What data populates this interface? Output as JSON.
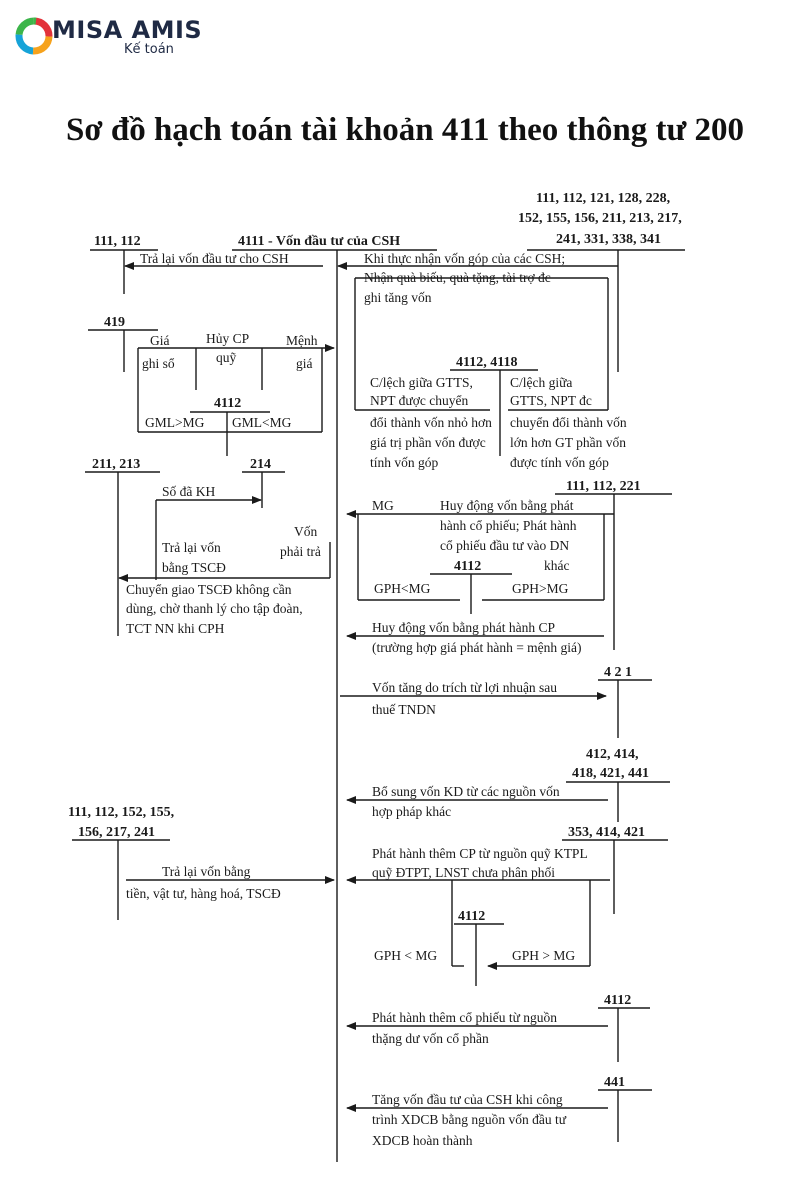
{
  "logo": {
    "brand": "MISA AMIS",
    "sub": "Kế toán"
  },
  "title": "Sơ đồ hạch toán tài khoản 411 theo thông tư 200",
  "accounts": {
    "acc_111_112_top": "111, 112",
    "acc_4111": "4111 - Vốn đầu tư của CSH",
    "acc_right_top_1": "111, 112, 121, 128, 228,",
    "acc_right_top_2": "152, 155, 156, 211, 213, 217,",
    "acc_right_top_3": "241, 331, 338, 341",
    "acc_419": "419",
    "acc_4112_left": "4112",
    "acc_4112_4118": "4112, 4118",
    "acc_211_213": "211, 213",
    "acc_214": "214",
    "acc_111_112_221": "111, 112, 221",
    "acc_4112_mid": "4112",
    "acc_421": "4 2 1",
    "acc_412_1": "412, 414,",
    "acc_412_2": "418, 421, 441",
    "acc_111_left_1": "111, 112, 152, 155,",
    "acc_111_left_2": "156, 217, 241",
    "acc_353": "353, 414, 421",
    "acc_4112_low": "4112",
    "acc_4112_r": "4112",
    "acc_441": "441"
  },
  "labels": {
    "tra_lai_von": "Trả lại vốn đầu tư cho CSH",
    "khi_thuc_1": "Khi thực nhận vốn góp của các CSH;",
    "khi_thuc_2": "Nhận quà biếu, quà tặng, tài trợ đc",
    "khi_thuc_3": "ghi tăng vốn",
    "gia": "Giá",
    "ghi_so": "ghi sổ",
    "huy_cp": "Hủy CP",
    "quy": "quỹ",
    "menh": "Mệnh",
    "menh_gia": "giá",
    "gml_gt": "GML>MG",
    "gml_lt": "GML<MG",
    "cl_left_1": "C/lệch giữa GTTS,",
    "cl_left_2": "NPT được chuyển",
    "cl_left_3": "đổi thành vốn nhỏ hơn",
    "cl_left_4": "giá trị phần vốn được",
    "cl_left_5": "tính vốn góp",
    "cl_right_1": "C/lệch giữa",
    "cl_right_2": "GTTS, NPT đc",
    "cl_right_3": "chuyển đổi thành vốn",
    "cl_right_4": "lớn hơn GT phần vốn",
    "cl_right_5": "được tính vốn góp",
    "so_da_kh": "Số đã KH",
    "von_1": "Vốn",
    "von_2": "phải trả",
    "tra_lai_tscd_1": "Trả lại vốn",
    "tra_lai_tscd_2": "bằng TSCĐ",
    "chuyen_giao_1": "Chuyển giao TSCĐ không cần",
    "chuyen_giao_2": "dùng, chờ thanh lý cho tập đoàn,",
    "chuyen_giao_3": "TCT NN khi CPH",
    "mg": "MG",
    "huy_dong_1": "Huy động vốn bằng phát",
    "huy_dong_2": "hành cổ phiếu; Phát hành",
    "huy_dong_3": "cổ phiếu đầu tư vào DN",
    "huy_dong_4": "khác",
    "gph_lt": "GPH<MG",
    "gph_gt": "GPH>MG",
    "huy_dong_cp_1": "Huy động vốn bằng phát hành CP",
    "huy_dong_cp_2": "(trường hợp giá phát hành = mệnh giá)",
    "von_tang_1": "Vốn tăng do trích từ lợi nhuận sau",
    "von_tang_2": "thuế TNDN",
    "bo_sung_1": "Bổ sung vốn KD từ các nguồn vốn",
    "bo_sung_2": "hợp pháp khác",
    "tra_lai_bang_1": "Trả lại vốn bằng",
    "tra_lai_bang_2": "tiền, vật tư, hàng hoá, TSCĐ",
    "phat_hanh_them_1": "Phát hành thêm CP từ nguồn quỹ KTPL",
    "phat_hanh_them_2": "quỹ ĐTPT, LNST chưa phân phối",
    "gph_lt2": "GPH < MG",
    "gph_gt2": "GPH > MG",
    "phat_hanh_cp_1": "Phát hành thêm cổ phiếu từ nguồn",
    "phat_hanh_cp_2": "thặng dư vốn cổ phần",
    "tang_von_1": "Tăng vốn đầu tư của CSH khi công",
    "tang_von_2": "trình XDCB bằng nguồn vốn đầu tư",
    "tang_von_3": "XDCB hoàn thành"
  }
}
